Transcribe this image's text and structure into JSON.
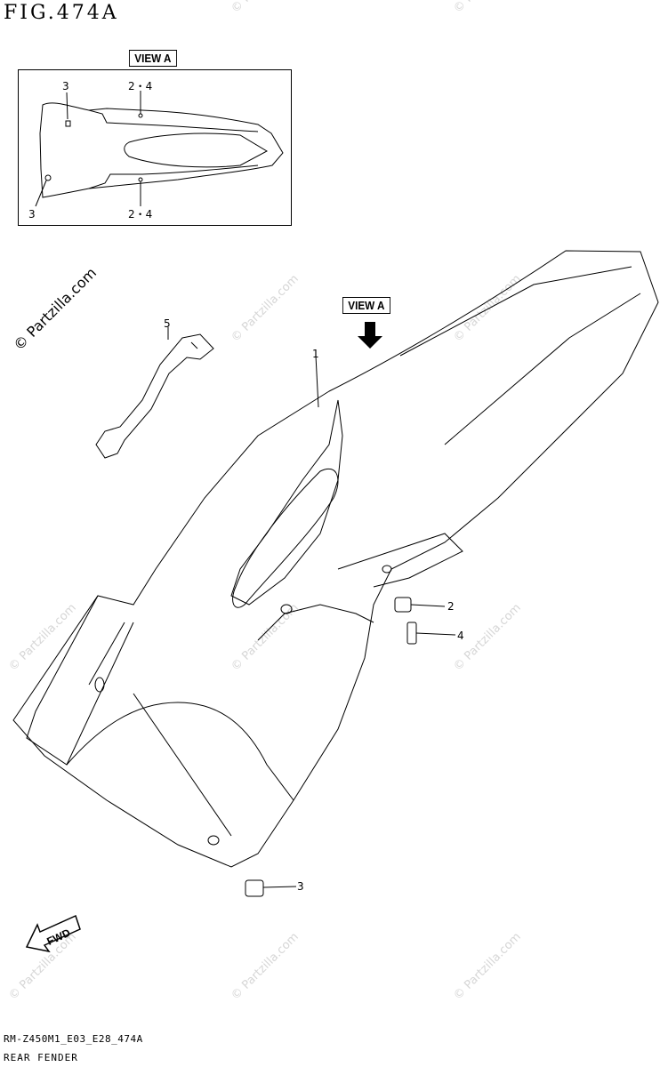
{
  "figure": {
    "title": "FIG.474A",
    "model_code": "RM-Z450M1_E03_E28_474A",
    "name": "REAR FENDER"
  },
  "inset": {
    "label": "VIEW A",
    "callouts": {
      "top_left": "3",
      "top_center": "2・4",
      "bottom_left": "3",
      "bottom_center": "2・4"
    }
  },
  "main_view": {
    "view_label": "VIEW A",
    "fwd_label": "FWD",
    "callouts": {
      "part1": "1",
      "part2": "2",
      "part3": "3",
      "part4": "4",
      "part5": "5"
    }
  },
  "watermark": {
    "text": "© Partzilla.com",
    "large_text": "© Partzilla.com"
  }
}
